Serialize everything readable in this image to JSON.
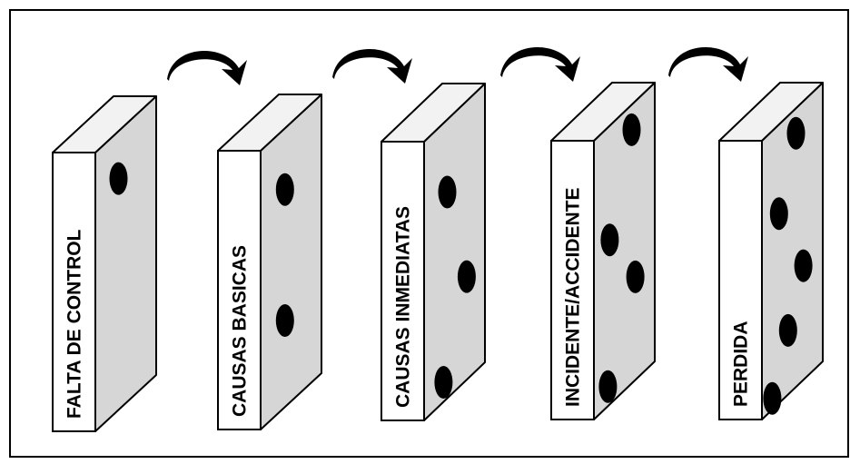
{
  "diagram": {
    "title": "",
    "blocks": [
      {
        "label": "FALTA DE CONTROL",
        "dots": 1
      },
      {
        "label": "CAUSAS BASICAS",
        "dots": 2
      },
      {
        "label": "CAUSAS INMEDIATAS",
        "dots": 3
      },
      {
        "label": "INCIDENTE/ACCIDENTE",
        "dots": 4
      },
      {
        "label": "PERDIDA",
        "dots": 5
      }
    ],
    "arrows": 4,
    "colors": {
      "border": "#000000",
      "face_front": "#ffffff",
      "face_side": "#d6d6d6",
      "face_top": "#f2f2f2",
      "dot": "#000000",
      "arrow": "#000000"
    }
  }
}
